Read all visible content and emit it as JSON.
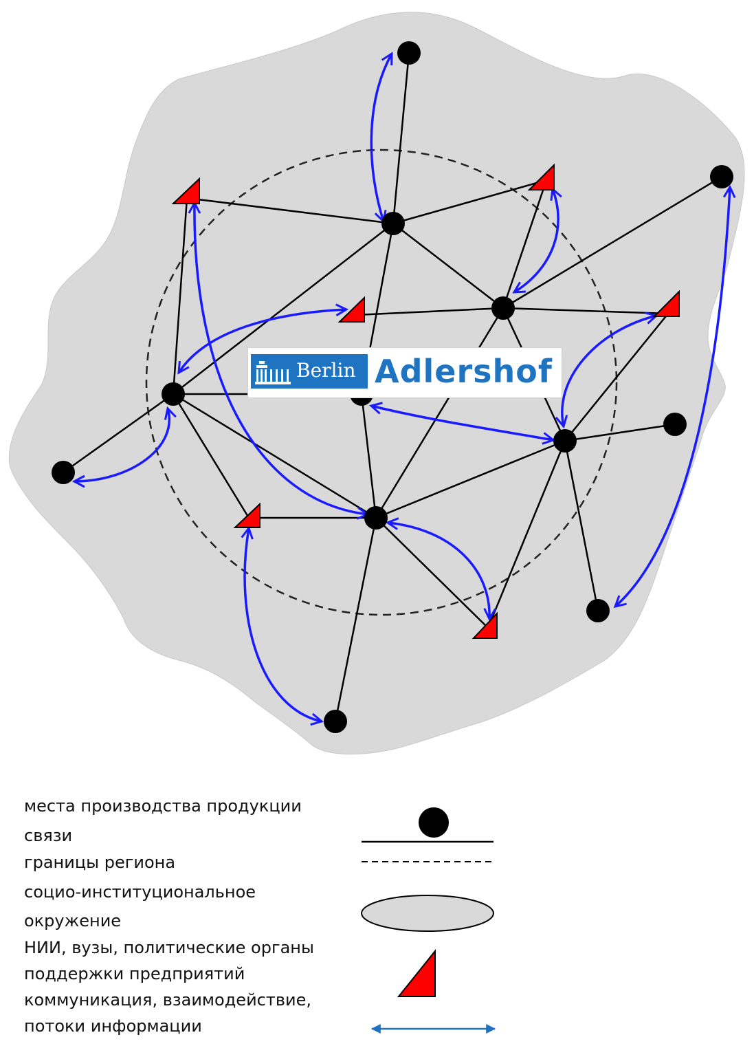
{
  "logo": {
    "badge_text": "Berlin",
    "name": "Adlershof"
  },
  "colors": {
    "region_fill": "#d9d9d9",
    "production_site": "#000000",
    "institution": "#ff0000",
    "communication": "#1a1aff",
    "link": "#000000",
    "legend_arrow": "#1f74c2",
    "logo_blue": "#1f74c2"
  },
  "legend": [
    {
      "label_lines": [
        "места производства продукции"
      ],
      "symbol": "black-dot"
    },
    {
      "label_lines": [
        "связи"
      ],
      "symbol": "solid-line"
    },
    {
      "label_lines": [
        "границы региона"
      ],
      "symbol": "dashed-line"
    },
    {
      "label_lines": [
        "социо-институциональное",
        "окружение"
      ],
      "symbol": "grey-ellipse"
    },
    {
      "label_lines": [
        "НИИ, вузы, политические органы",
        "поддержки предприятий"
      ],
      "symbol": "red-triangle"
    },
    {
      "label_lines": [
        "коммуникация, взаимодействие,",
        "потоки информации"
      ],
      "symbol": "double-arrow"
    }
  ]
}
